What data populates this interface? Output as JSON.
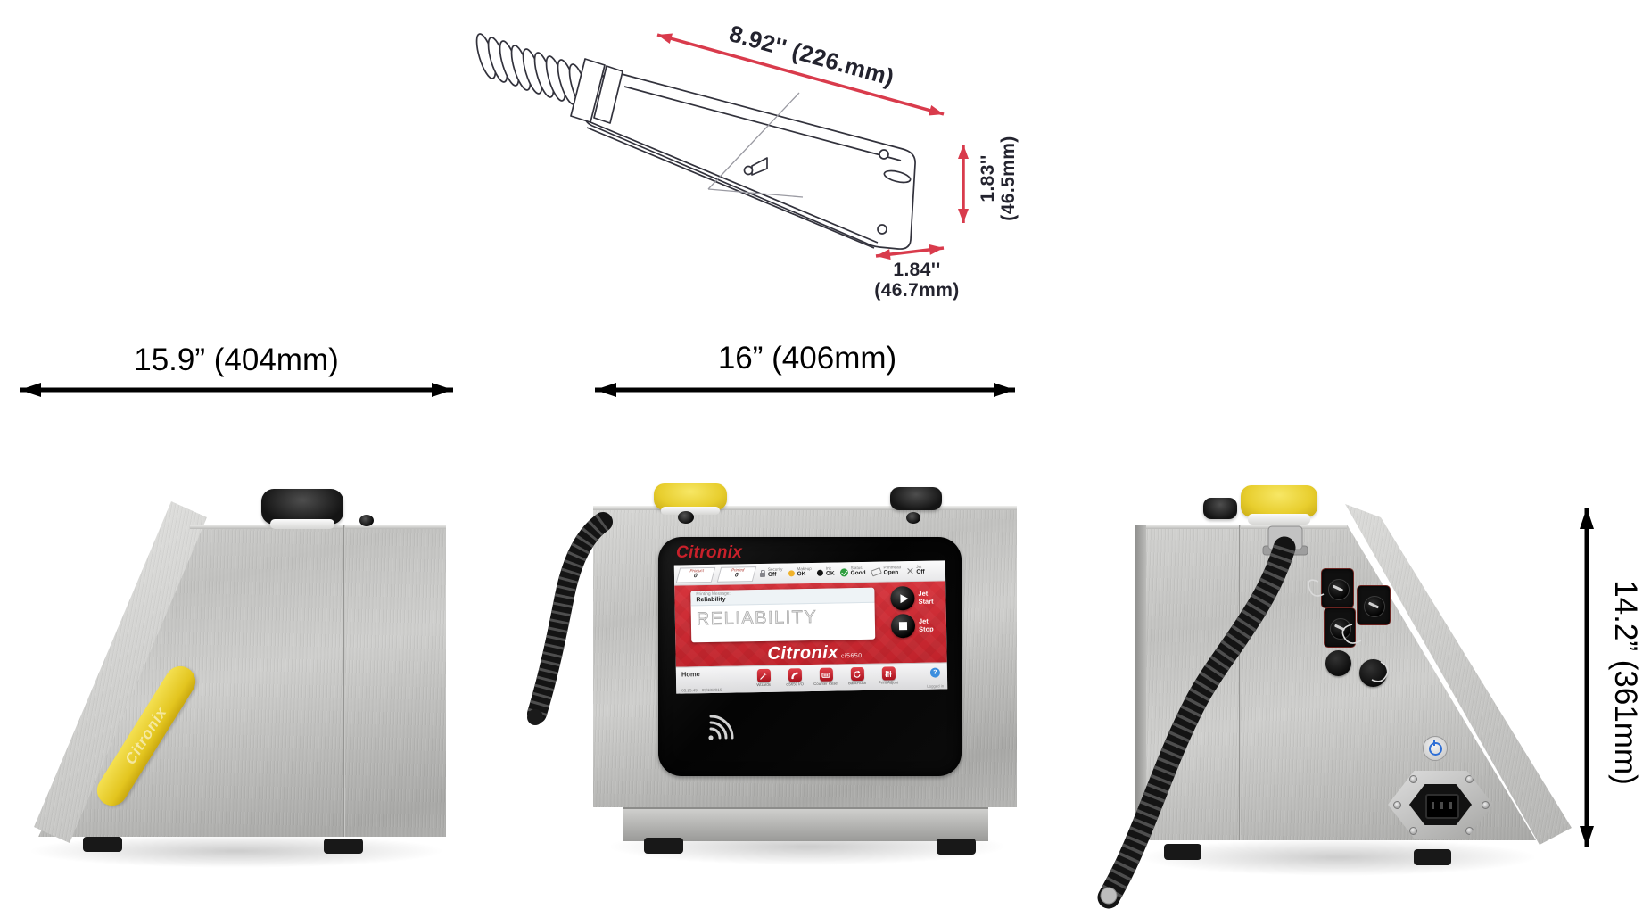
{
  "colors": {
    "dimension_red": "#d93b4c",
    "dimension_text": "#23232e",
    "citronix_red": "#c8202a",
    "screen_red": "#ce2b33",
    "cap_yellow": "#ecd32f",
    "help_blue": "#3b8ede",
    "power_blue": "#2e6fd6",
    "steel": "#bfbfbd"
  },
  "printhead": {
    "length_label": "8.92'' (226.mm)",
    "height_in": "1.83''",
    "height_mm": "(46.5mm)",
    "depth_in": "1.84''",
    "depth_mm": "(46.7mm)"
  },
  "dimensions": {
    "side_depth": "15.9” (404mm)",
    "front_width": "16” (406mm)",
    "height": "14.2” (361mm)"
  },
  "left_machine": {
    "handle_logo": "Citronix"
  },
  "screen": {
    "bezel_logo": "Citronix",
    "status": {
      "product_label": "Product",
      "product_value": "0",
      "printed_label": "Printed",
      "printed_value": "0",
      "items": [
        {
          "icon": "lock-icon",
          "label": "Security",
          "value": "Off"
        },
        {
          "icon": "makeup-dot-icon",
          "label": "Makeup",
          "value": "OK"
        },
        {
          "icon": "ink-dot-icon",
          "label": "Ink",
          "value": "OK"
        },
        {
          "icon": "status-check-icon",
          "label": "Status",
          "value": "Good"
        },
        {
          "icon": "printhead-icon",
          "label": "Printhead",
          "value": "Open"
        },
        {
          "icon": "jet-off-icon",
          "label": "Jet",
          "value": "Off"
        }
      ]
    },
    "message": {
      "label": "Printing Message:",
      "name": "Reliability",
      "preview": "RELIABILITY"
    },
    "jet_start": "Jet Start",
    "jet_stop": "Jet Stop",
    "brand": "Citronix",
    "model": "ci5650",
    "bottom": {
      "home": "Home",
      "time": "05:25:49",
      "date": "09/18/2016",
      "apps": [
        {
          "icon": "wand-icon",
          "label": "Wizards"
        },
        {
          "icon": "wireless-icon",
          "label": "ci5650 I/O"
        },
        {
          "icon": "counter-reset-icon",
          "label": "Counter Reset"
        },
        {
          "icon": "backflush-icon",
          "label": "BackFlush"
        },
        {
          "icon": "print-adjust-icon",
          "label": "Print Adjust"
        }
      ],
      "help": "?",
      "session": "Logged in"
    }
  }
}
